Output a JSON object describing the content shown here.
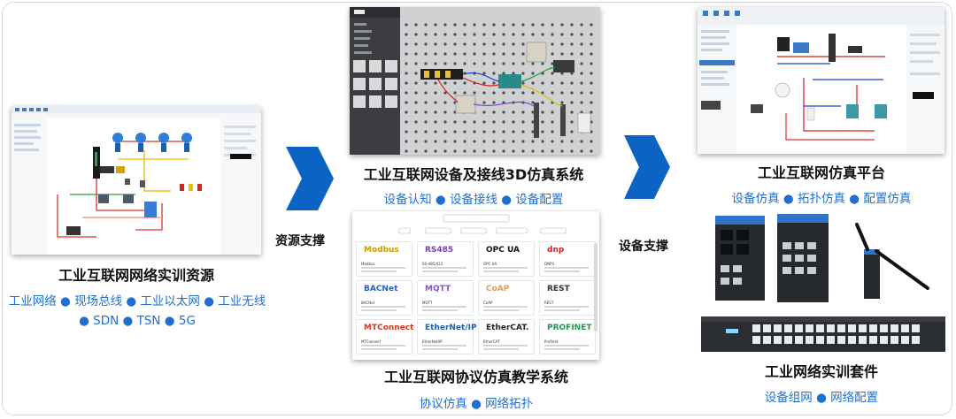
{
  "panels": {
    "resources": {
      "title": "工业互联网网络实训资源",
      "features_line1": "工业网络 ● 现场总线 ● 工业以太网 ● 工业无线",
      "features_line2": "● SDN ● TSN ● 5G"
    },
    "device_3d": {
      "title": "工业互联网设备及接线3D仿真系统",
      "features": "设备认知 ● 设备接线 ● 设备配置"
    },
    "protocol": {
      "title": "工业互联网协议仿真教学系统",
      "features": "协议仿真 ● 网络拓扑",
      "protocols": [
        {
          "logo": "Modbus",
          "name": "Modbus",
          "color": "#c9a000"
        },
        {
          "logo": "RS485",
          "name": "RS-485/422",
          "color": "#7a3db8"
        },
        {
          "logo": "OPC UA",
          "name": "OPC UA",
          "color": "#111111"
        },
        {
          "logo": "dnp",
          "name": "DNP3",
          "color": "#d22020"
        },
        {
          "logo": "BACNet",
          "name": "BACNet",
          "color": "#2a5dbb"
        },
        {
          "logo": "MQTT",
          "name": "MQTT",
          "color": "#8a4fd0"
        },
        {
          "logo": "CoAP",
          "name": "CoAP",
          "color": "#e0a060"
        },
        {
          "logo": "REST",
          "name": "REST",
          "color": "#333333"
        },
        {
          "logo": "MTConnect",
          "name": "MTConnect",
          "color": "#d23a2a"
        },
        {
          "logo": "EtherNet/IP",
          "name": "EtherNet/IP",
          "color": "#1f5fb0"
        },
        {
          "logo": "EtherCAT.",
          "name": "EtherCAT",
          "color": "#222222"
        },
        {
          "logo": "PROFINET",
          "name": "Profinet",
          "color": "#1d9a4a"
        }
      ]
    },
    "platform": {
      "title": "工业互联网仿真平台",
      "features": "设备仿真 ● 拓扑仿真 ● 配置仿真"
    },
    "kit": {
      "title": "工业网络实训套件",
      "features": "设备组网 ● 网络配置"
    }
  },
  "arrows": {
    "left": {
      "label": "资源支撑"
    },
    "right": {
      "label": "设备支撑"
    }
  },
  "colors": {
    "accent_blue": "#1f6fd0",
    "arrow_blue": "#0b63c4"
  }
}
